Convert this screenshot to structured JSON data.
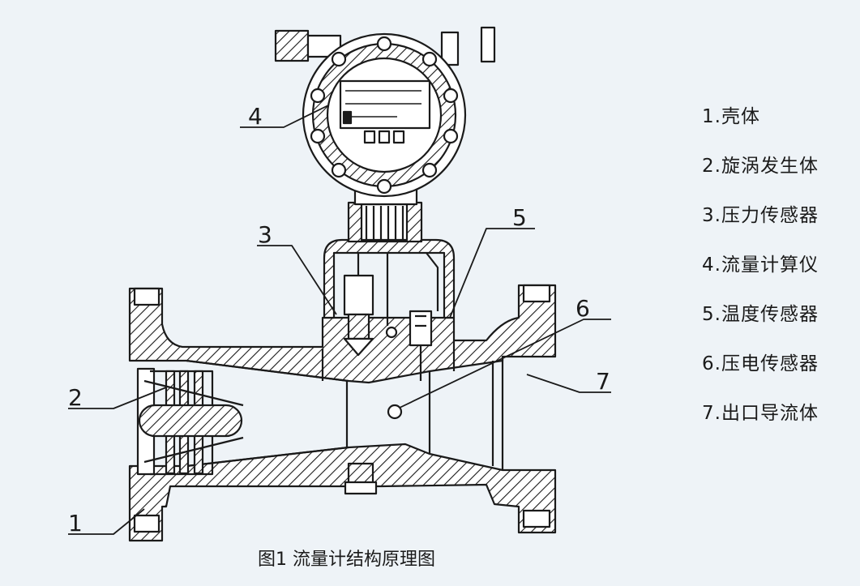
{
  "diagram": {
    "callouts": [
      "1",
      "2",
      "3",
      "4",
      "5",
      "6",
      "7"
    ],
    "legend": [
      "1.壳体",
      "2.旋涡发生体",
      "3.压力传感器",
      "4.流量计算仪",
      "5.温度传感器",
      "6.压电传感器",
      "7.出口导流体"
    ],
    "caption": "图1 流量计结构原理图",
    "colors": {
      "background": "#eef3f7",
      "line": "#1a1a1a",
      "face": "#ffffff"
    }
  }
}
